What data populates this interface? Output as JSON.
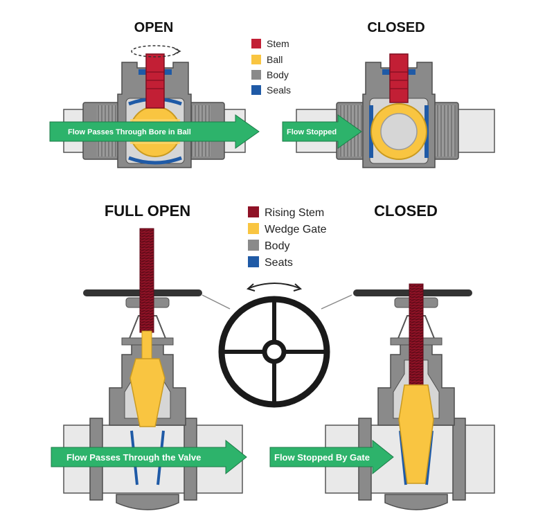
{
  "colors": {
    "stem": "#c21f35",
    "rising_stem": "#8f1226",
    "ball": "#f9c541",
    "body": "#8a8a8a",
    "body_dark": "#5c5c5c",
    "body_light": "#d6d6d6",
    "seals": "#1f5aa6",
    "flow": "#2db36b",
    "pipe": "#e9e9e9",
    "wheel": "#1a1a1a"
  },
  "ball_valve": {
    "open_title": "OPEN",
    "closed_title": "CLOSED",
    "legend": [
      {
        "label": "Stem",
        "color": "#c21f35"
      },
      {
        "label": "Ball",
        "color": "#f9c541"
      },
      {
        "label": "Body",
        "color": "#8a8a8a"
      },
      {
        "label": "Seals",
        "color": "#1f5aa6"
      }
    ],
    "open_flow_label": "Flow  Passes Through Bore in Ball",
    "closed_flow_label": "Flow  Stopped"
  },
  "gate_valve": {
    "open_title": "FULL OPEN",
    "closed_title": "CLOSED",
    "legend": [
      {
        "label": "Rising Stem",
        "color": "#8f1226"
      },
      {
        "label": "Wedge Gate",
        "color": "#f9c541"
      },
      {
        "label": "Body",
        "color": "#8a8a8a"
      },
      {
        "label": "Seats",
        "color": "#1f5aa6"
      }
    ],
    "open_flow_label": "Flow Passes Through the Valve",
    "closed_flow_label": "Flow Stopped By Gate"
  }
}
